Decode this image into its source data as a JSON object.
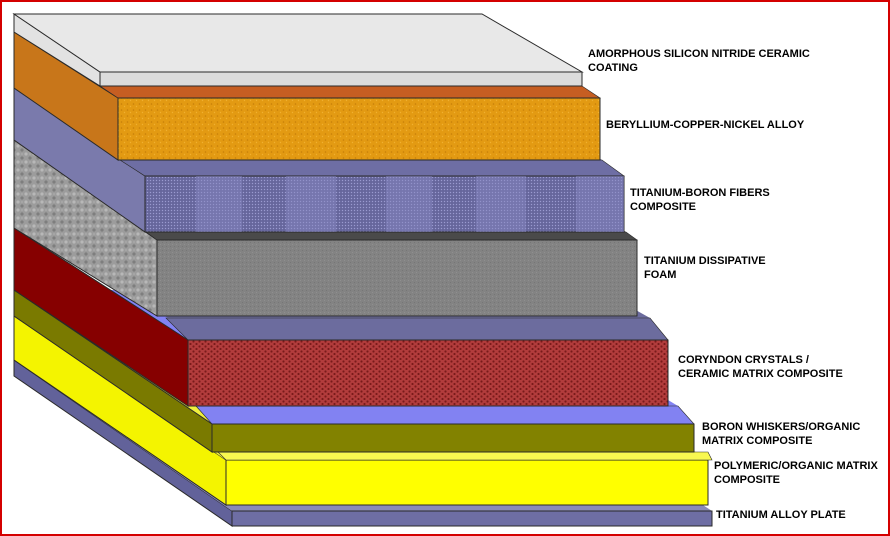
{
  "layers": [
    {
      "key": "coating",
      "label": "AMORPHOUS SILICON NITRIDE CERAMIC\nCOATING",
      "colors": {
        "front": "#dcdcdc",
        "top": "#e8e8e8",
        "side": "#e2e2e2"
      }
    },
    {
      "key": "alloy",
      "label": "BERYLLIUM-COPPER-NICKEL ALLOY",
      "colors": {
        "front": "#e39a12",
        "top": "#c65e22",
        "side": "#c8761a"
      }
    },
    {
      "key": "fibers",
      "label": "TITANIUM-BORON FIBERS\nCOMPOSITE",
      "colors": {
        "front": "#6c6ca2",
        "top": "#6e6ea4",
        "side": "#7a7aac"
      }
    },
    {
      "key": "foam",
      "label": "TITANIUM DISSIPATIVE\nFOAM",
      "colors": {
        "front": "#838383",
        "top": "#535353",
        "side": "#9c9c9c"
      }
    },
    {
      "key": "corundum",
      "label": "CORYNDON CRYSTALS /\nCERAMIC MATRIX COMPOSITE",
      "colors": {
        "front": "#b23c3c",
        "top": "#6c6c9e",
        "side": "#860000"
      }
    },
    {
      "key": "whiskers",
      "label": "BORON WHISKERS/ORGANIC\nMATRIX COMPOSITE",
      "colors": {
        "front": "#828200",
        "top": "#8282f2",
        "side": "#7a7a00"
      }
    },
    {
      "key": "polymer",
      "label": "POLYMERIC/ORGANIC MATRIX\nCOMPOSITE",
      "colors": {
        "front": "#ffff00",
        "top": "#efef3c",
        "side": "#f4f400"
      }
    },
    {
      "key": "plate",
      "label": "TITANIUM ALLOY PLATE",
      "colors": {
        "front": "#6e6ea4",
        "top": "#8a8ab8",
        "side": "#62629a"
      }
    }
  ],
  "frame_color": "#d40000"
}
